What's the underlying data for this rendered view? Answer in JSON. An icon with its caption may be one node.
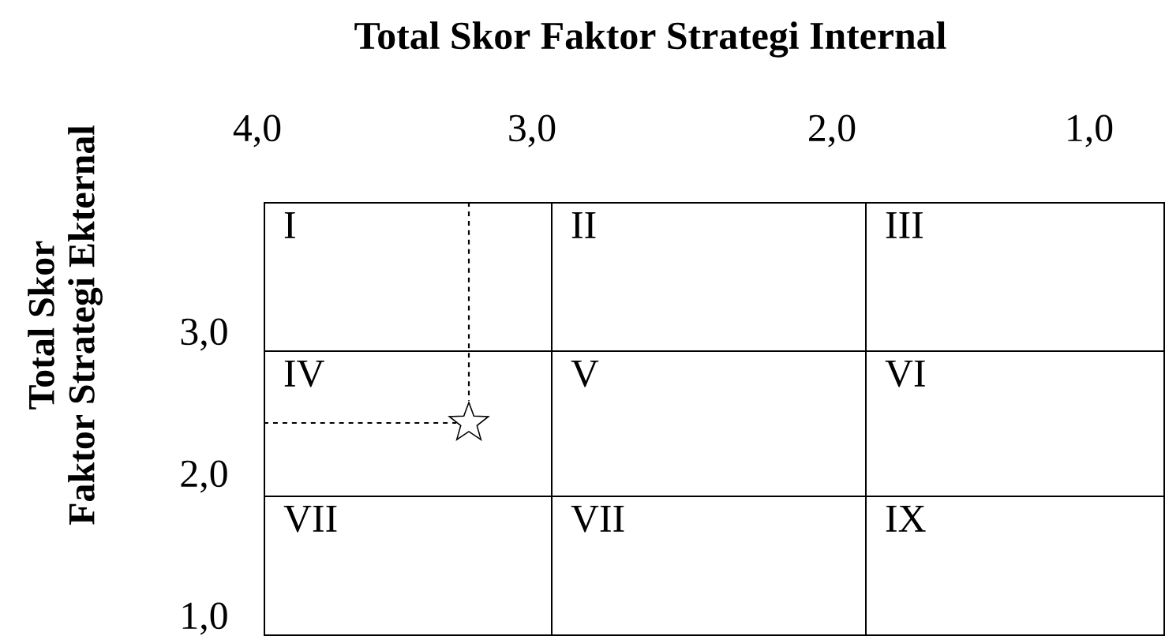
{
  "diagram": {
    "title": "Total Skor Faktor Strategi Internal",
    "nodes": [
      {
        "text": [
          "I"
        ]
      },
      {
        "text": [
          "II"
        ]
      },
      {
        "text": [
          "III"
        ]
      },
      {
        "text": [
          "IV"
        ]
      },
      {
        "text": [
          "V"
        ]
      },
      {
        "text": [
          "VI"
        ]
      },
      {
        "text": [
          "VII"
        ]
      },
      {
        "text": [
          "VII"
        ]
      },
      {
        "text": [
          "IX"
        ]
      },
      {
        "text": [],
        "shape": "star",
        "in": 3
      }
    ],
    "edges": [
      {
        "from": 0,
        "to": 9,
        "arrow": "none",
        "style": "dashed"
      },
      {
        "from": 3,
        "to": 9,
        "arrow": "none",
        "style": "dashed"
      }
    ],
    "labels": [
      "4,0",
      "3,0",
      "2,0",
      "1,0",
      "Total Skor",
      "Faktor Strategi Ekternal",
      "3,0",
      "2,0",
      "1,0"
    ]
  }
}
